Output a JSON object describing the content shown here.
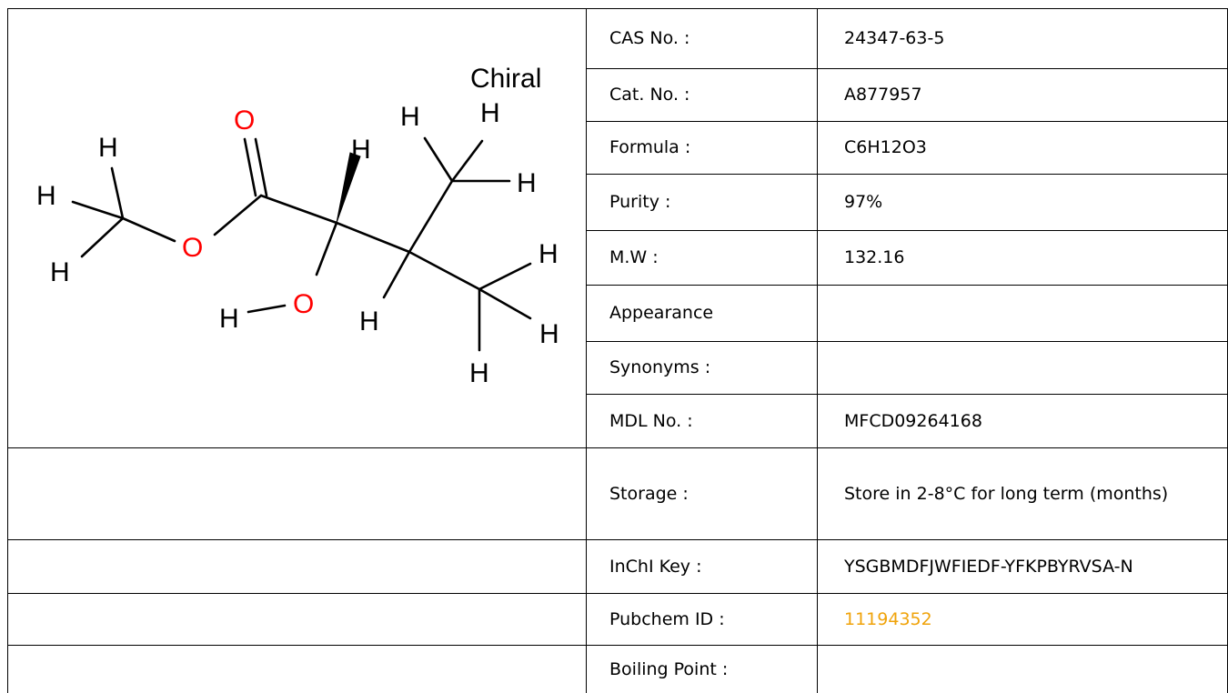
{
  "structure": {
    "stereo_label": "Chiral",
    "atoms": {
      "oxygen": "O",
      "hydrogen": "H"
    },
    "colors": {
      "oxygen": "#ff0000",
      "bond": "#000000",
      "text": "#000000"
    }
  },
  "properties": [
    {
      "label": "CAS No. :",
      "value": "24347-63-5"
    },
    {
      "label": "Cat. No. :",
      "value": "A877957"
    },
    {
      "label": "Formula :",
      "value": "C6H12O3"
    },
    {
      "label": "Purity :",
      "value": "97%"
    },
    {
      "label": "M.W :",
      "value": "132.16"
    },
    {
      "label": "Appearance",
      "value": ""
    },
    {
      "label": "Synonyms :",
      "value": ""
    },
    {
      "label": "MDL No. :",
      "value": "MFCD09264168"
    },
    {
      "label": "Storage :",
      "value": "Store in 2-8°C for long term (months)"
    },
    {
      "label": "InChI Key :",
      "value": "YSGBMDFJWFIEDF-YFKPBYRVSA-N"
    },
    {
      "label": "Pubchem ID :",
      "value": "11194352"
    },
    {
      "label": "Boiling Point :",
      "value": ""
    }
  ],
  "link_color": "#f0a30a"
}
